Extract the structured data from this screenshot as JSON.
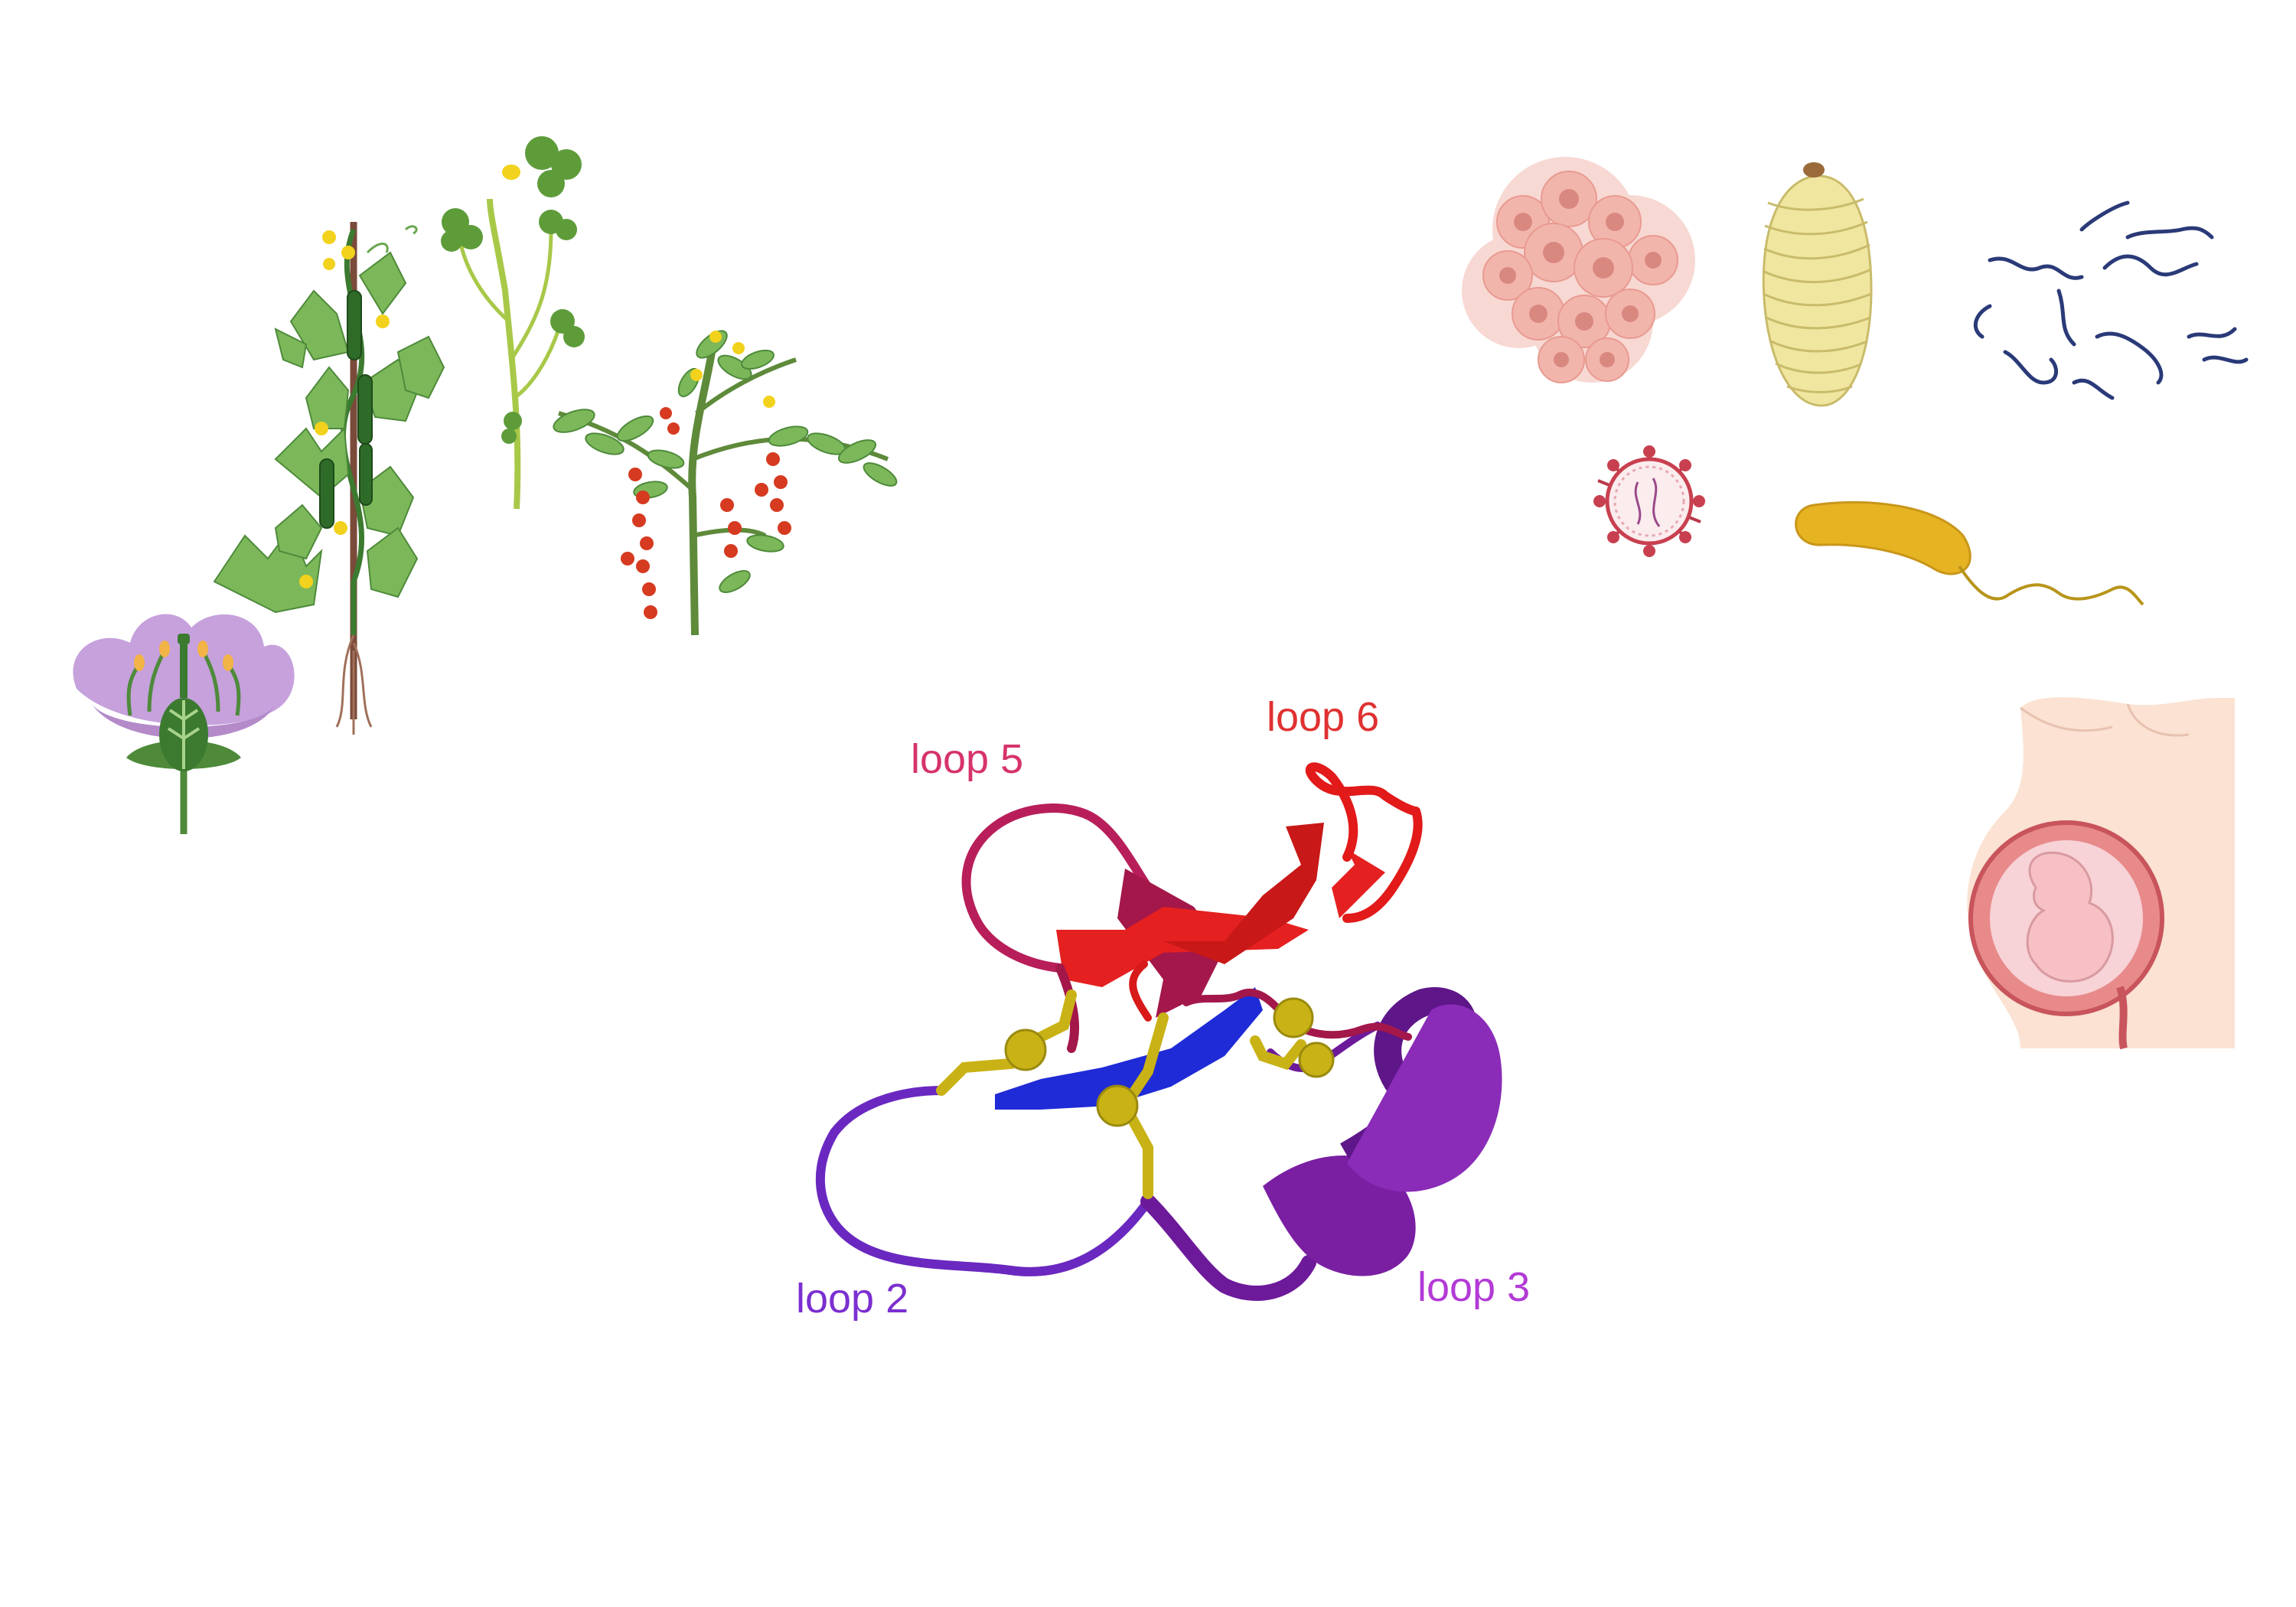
{
  "labels": {
    "loop5": "loop 5",
    "loop6": "loop 6",
    "loop2": "loop 2",
    "loop3": "loop 3"
  },
  "colors": {
    "loop5": "#d6336c",
    "loop6": "#e03131",
    "loop2": "#7b2fd0",
    "loop3": "#b33ad6",
    "helix": "#7a1fa2",
    "strand_blue": "#1f2bd6",
    "strand_red": "#e52020",
    "strand_crimson": "#a3174a",
    "disulfide": "#c9b215"
  },
  "icons": {
    "plants": [
      "flower-cross-section-icon",
      "cucumber-vine-icon",
      "clover-plant-icon",
      "tomato-plant-icon"
    ],
    "organisms": [
      "cancer-cell-cluster-icon",
      "insect-larva-icon",
      "nematode-worms-icon",
      "virus-icon",
      "bacterium-icon",
      "pregnancy-icon"
    ]
  }
}
